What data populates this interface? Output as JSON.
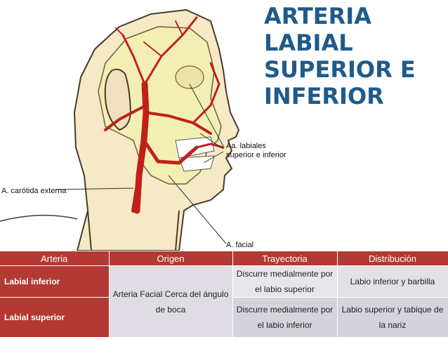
{
  "title": {
    "line1": "ARTERIA LABIAL",
    "line2": "SUPERIOR E",
    "line3": "INFERIOR"
  },
  "figure": {
    "label_labiales_1": "Aa. labiales",
    "label_labiales_2": "superior e inferior",
    "label_carotida": "A. carótida externa",
    "label_facial": "A. facial"
  },
  "table": {
    "headers": [
      "Arteria",
      "Origen",
      "Trayectoria",
      "Distribución"
    ],
    "rows": [
      {
        "arteria": "Labial inferior",
        "origen": "Arteria Facial Cerca del ángulo de boca",
        "trayectoria": "Discurre medialmente por el labio superior",
        "distribucion": "Labio inferior y barbilla"
      },
      {
        "arteria": "Labial superior",
        "trayectoria": "Discurre medialmente por el labio inferior",
        "distribucion": "Labio superior y tabique de la nariz"
      }
    ]
  },
  "colors": {
    "title": "#1f5b8a",
    "header_bg": "#b23a33",
    "artery": "#c0201c",
    "bone": "#f3efb4"
  }
}
